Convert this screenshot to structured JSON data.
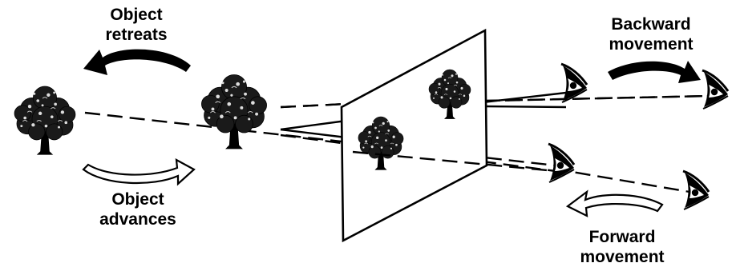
{
  "labels": {
    "object_retreats": [
      "Object",
      "retreats"
    ],
    "object_advances": [
      "Object",
      "advances"
    ],
    "backward_movement": [
      "Backward",
      "movement"
    ],
    "forward_movement": [
      "Forward",
      "movement"
    ]
  },
  "colors": {
    "ink": "#000000",
    "background": "#ffffff"
  },
  "icons": [
    "tree-icon",
    "eye-icon",
    "filled-arc-arrow",
    "outline-arc-arrow",
    "projection-plane"
  ]
}
